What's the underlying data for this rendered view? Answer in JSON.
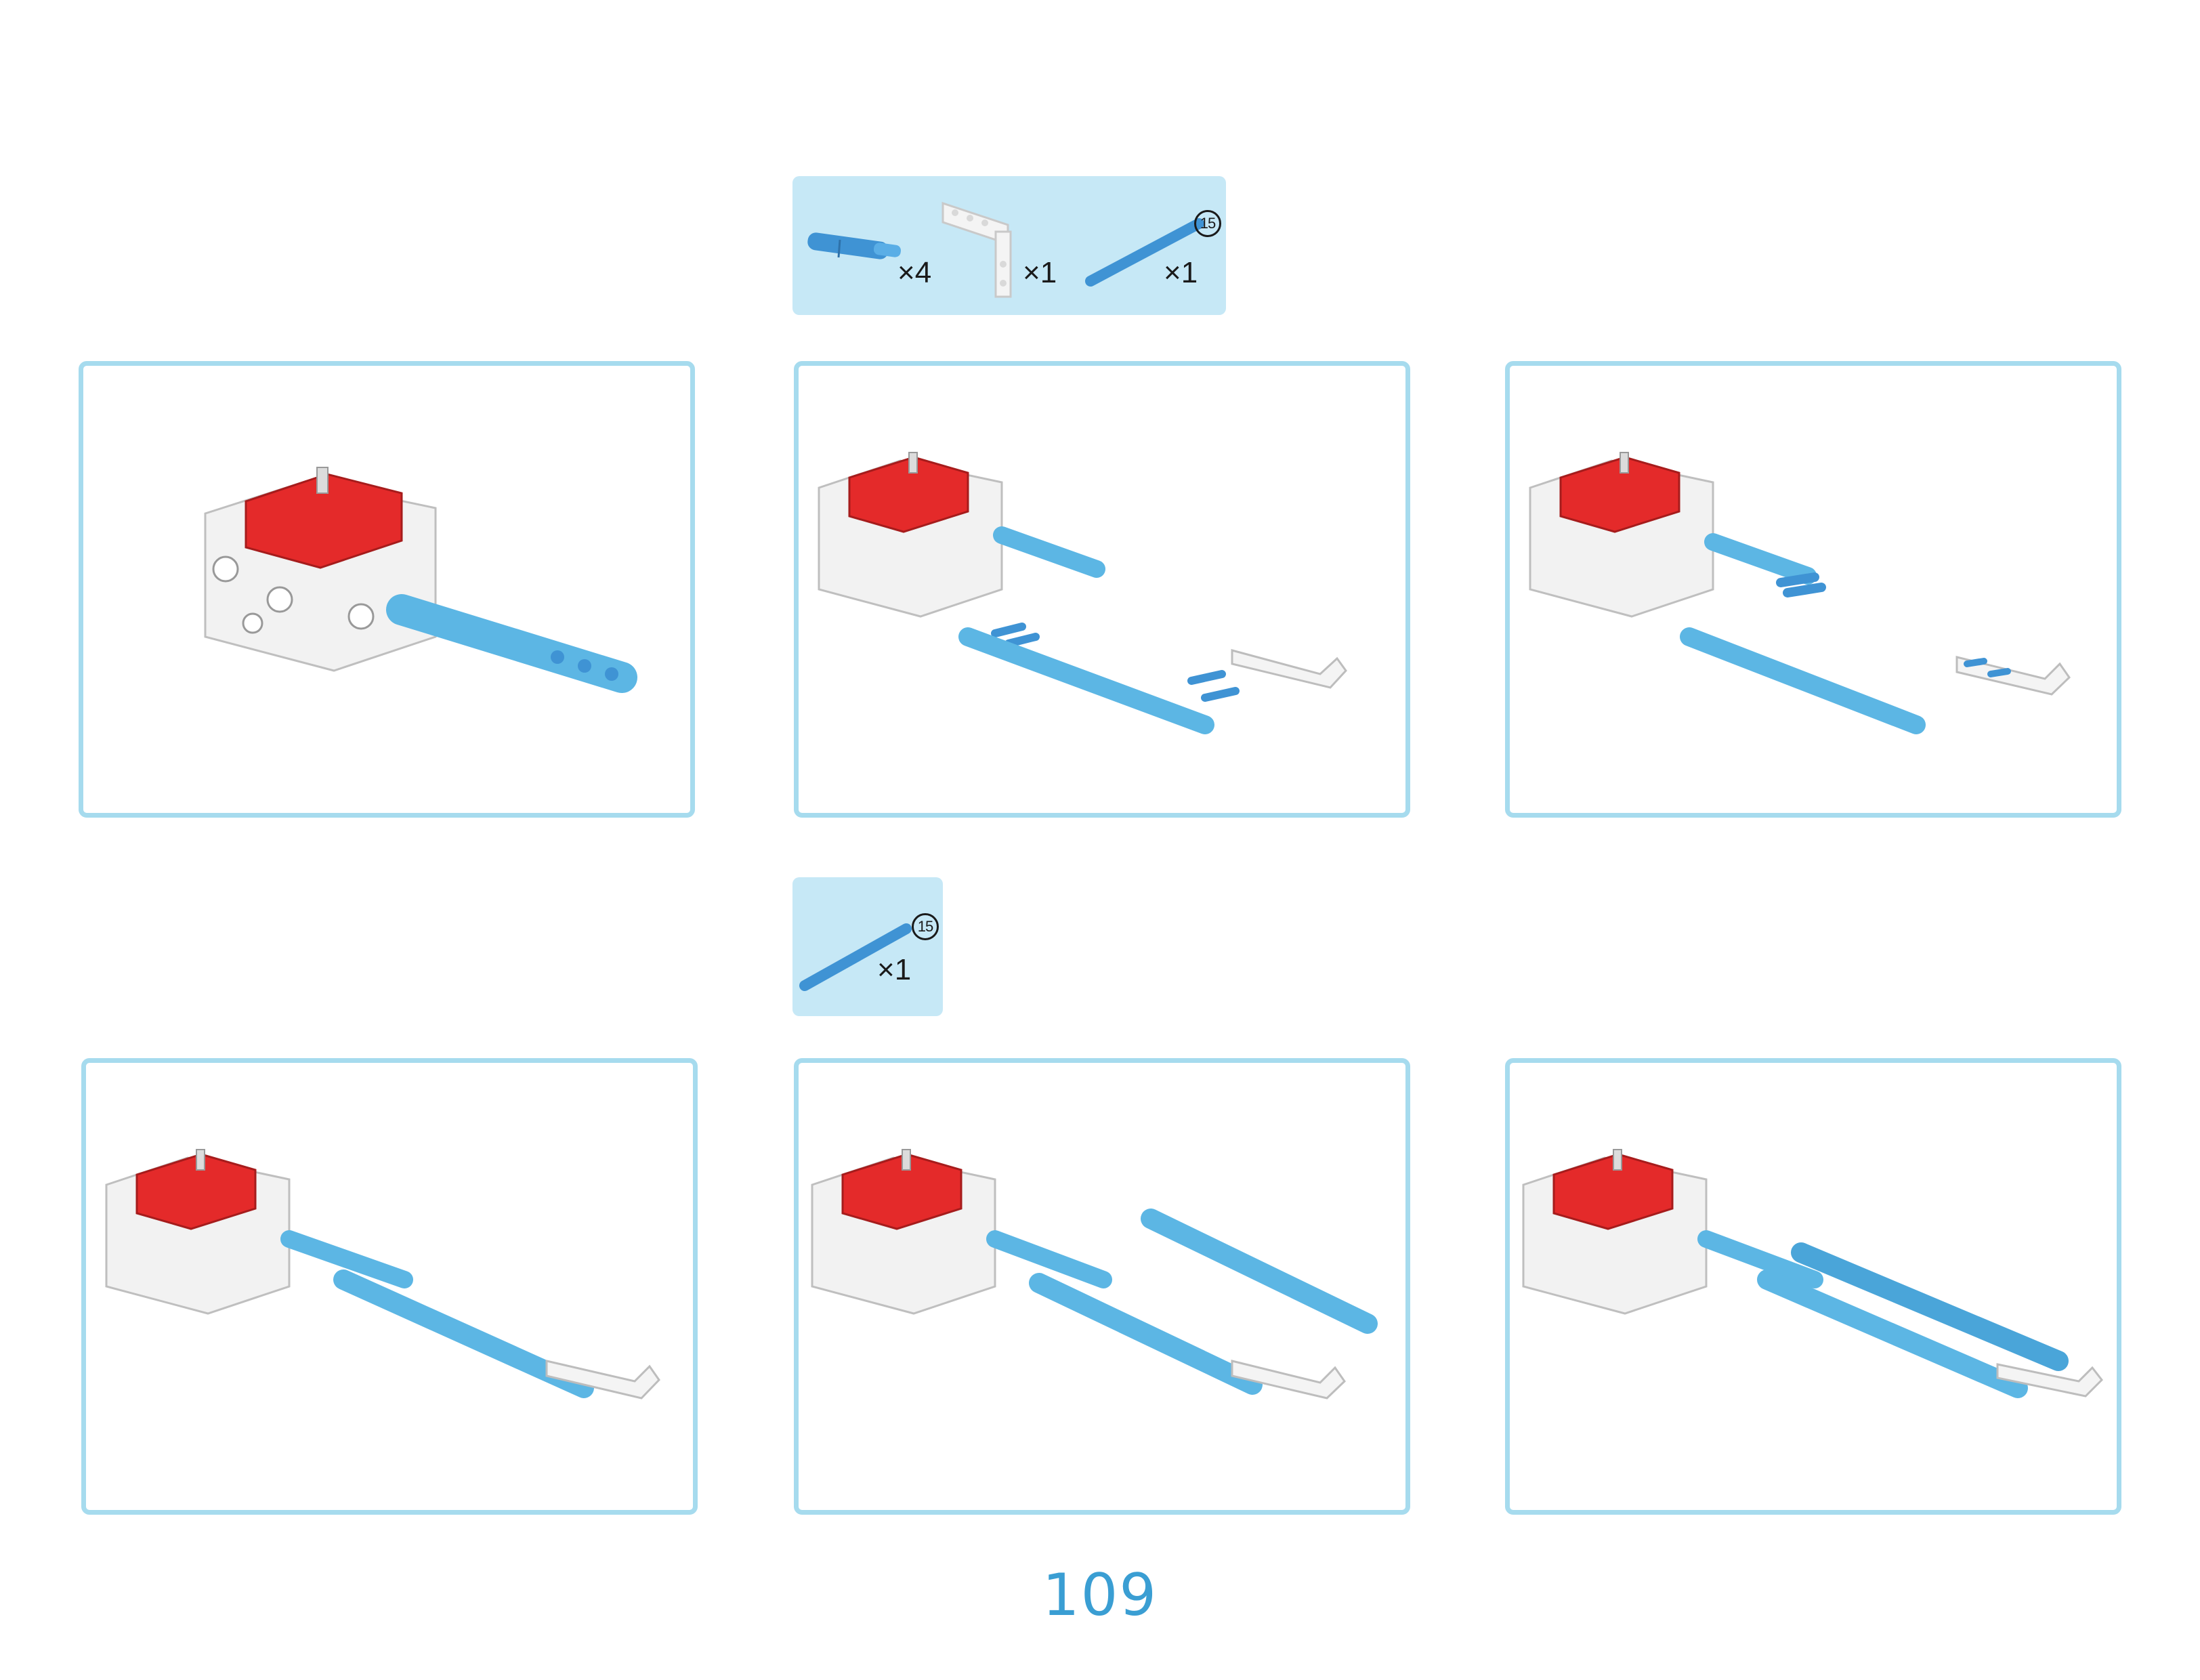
{
  "parts_callout_1": {
    "items": [
      {
        "icon": "blue-pin-icon",
        "quantity": "×4"
      },
      {
        "icon": "white-l-beam-icon",
        "quantity": "×1"
      },
      {
        "icon": "blue-15-beam-icon",
        "quantity": "×1",
        "size": "15"
      }
    ]
  },
  "parts_callout_2": {
    "items": [
      {
        "icon": "blue-15-beam-icon",
        "quantity": "×1",
        "size": "15"
      }
    ]
  },
  "page": {
    "number": "109"
  },
  "colors": {
    "panel_border": "#a6dbee",
    "callout_bg": "#c6e8f6",
    "beam_blue": "#5cb6e4",
    "motor_red": "#e42a2a",
    "page_number": "#3a9ed3"
  }
}
